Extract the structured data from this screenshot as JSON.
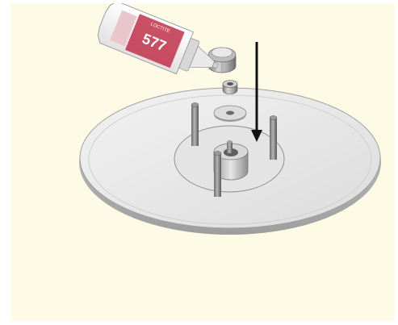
{
  "figure": {
    "background_color": "#fdfbe6",
    "border_color": "#ffffff",
    "tube": {
      "number_text": "577",
      "brand_text": "LOCTITE",
      "body_color": "#f4f2f2",
      "label_color": "#c1314a",
      "nozzle_color": "#e9e9ea"
    },
    "arrow": {
      "color": "#111111",
      "direction": "down"
    },
    "disc_color": "#e6e6e6",
    "metal_color": "#bfbfc0"
  }
}
